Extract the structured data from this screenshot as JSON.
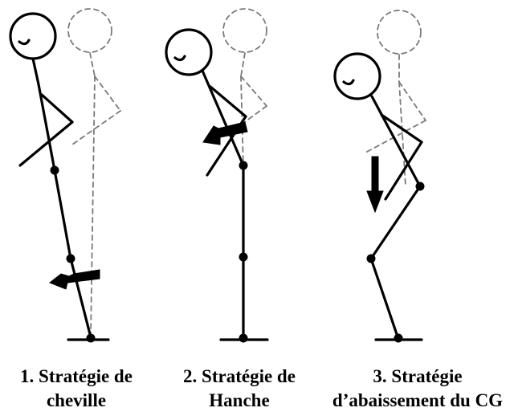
{
  "strategies": [
    {
      "line1": "1. Stratégie de",
      "line2": "cheville"
    },
    {
      "line1": "2. Stratégie de",
      "line2": "Hanche"
    },
    {
      "line1": "3. Stratégie",
      "line2": "d’abaissement du CG"
    }
  ]
}
